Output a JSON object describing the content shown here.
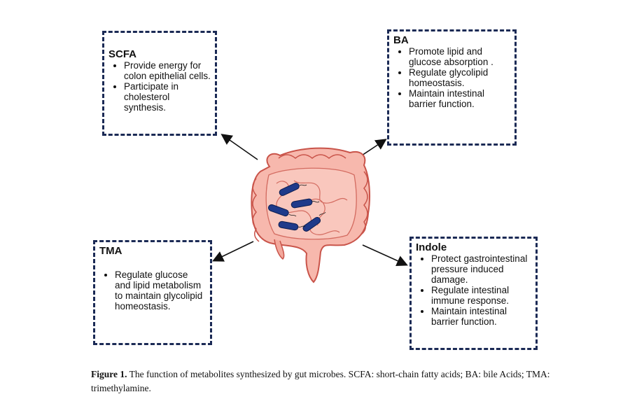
{
  "boxes": {
    "scfa": {
      "title": "SCFA",
      "items": [
        "Provide energy for colon epithelial cells.",
        "Participate in cholesterol synthesis."
      ]
    },
    "ba": {
      "title": "BA",
      "items": [
        "Promote lipid and glucose absorption .",
        "Regulate glycolipid homeostasis.",
        "Maintain intestinal barrier function."
      ]
    },
    "tma": {
      "title": "TMA",
      "items": [
        "Regulate glucose and lipid metabolism to maintain glycolipid homeostasis."
      ]
    },
    "indole": {
      "title": "Indole",
      "items": [
        "Protect gastrointestinal pressure induced damage.",
        "Regulate intestinal immune response.",
        "Maintain intestinal barrier function."
      ]
    }
  },
  "caption": {
    "label": "Figure 1.",
    "text": " The function of metabolites synthesized by gut microbes. SCFA: short-chain fatty acids; BA: bile Acids; TMA: trimethylamine."
  },
  "colors": {
    "border": "#1b2a55",
    "intestine_fill": "#f7b8ad",
    "intestine_stroke": "#c9544a",
    "bacteria": "#1f3a8a"
  },
  "icons": [
    "intestine-icon",
    "bacteria-icon"
  ]
}
